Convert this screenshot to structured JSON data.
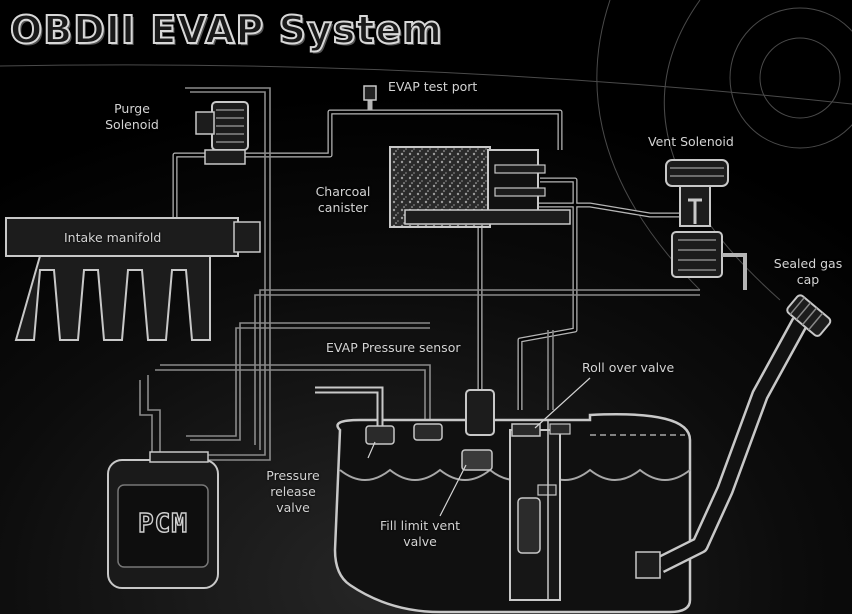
{
  "title": "OBDII EVAP System",
  "labels": {
    "purge_solenoid": [
      "Purge",
      "Solenoid"
    ],
    "evap_test_port": "EVAP test port",
    "vent_solenoid": "Vent Solenoid",
    "charcoal_canister": [
      "Charcoal",
      "canister"
    ],
    "intake_manifold": "Intake manifold",
    "sealed_gas_cap": [
      "Sealed gas",
      "cap"
    ],
    "evap_pressure_sensor": "EVAP Pressure sensor",
    "roll_over_valve": "Roll over valve",
    "pressure_release_valve": [
      "Pressure",
      "release",
      "valve"
    ],
    "fill_limit_vent_valve": [
      "Fill limit vent",
      "valve"
    ],
    "pcm": "PCM"
  },
  "colors": {
    "background": "#000000",
    "component_fill": "#1c1c1c",
    "outline": "#c8c8c8",
    "text": "#d4d4d4"
  }
}
